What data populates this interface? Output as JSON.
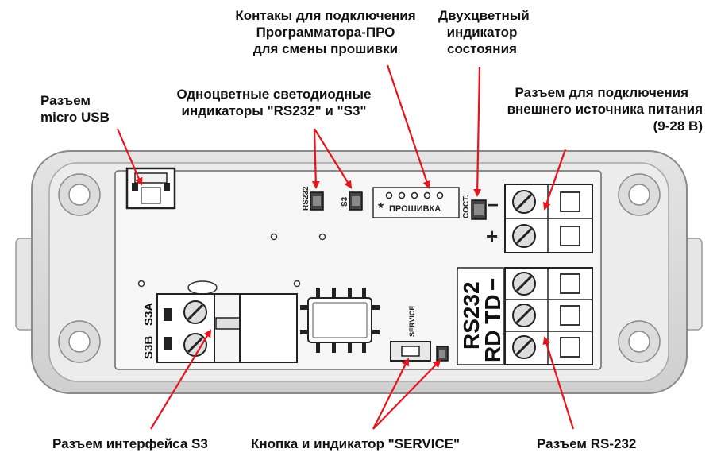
{
  "labels": {
    "usb": [
      "Разъем",
      "micro USB"
    ],
    "leds": [
      "Одноцветные светодиодные",
      "индикаторы \"RS232\" и \"S3\""
    ],
    "prog": [
      "Контакы для подключения",
      "Программатора-ПРО",
      "для смены прошивки"
    ],
    "status": [
      "Двухцветный",
      "индикатор",
      "состояния"
    ],
    "power": [
      "Разъем для подключения",
      "внешнего источника питания",
      "(9-28 В)"
    ],
    "s3": "Разъем интерфейса S3",
    "service": "Кнопка и индикатор \"SERVICE\"",
    "rs232": "Разъем RS-232"
  },
  "board": {
    "rs232_led": "RS232",
    "s3_led": "S3",
    "firmware": "ПРОШИВКА",
    "firmware_star": "*",
    "status_led": "СОСТ.",
    "minus": "−",
    "plus": "+",
    "s3a": "S3A",
    "s3b": "S3B",
    "service": "SERVICE",
    "rs232_big": "RS232",
    "rd_td": "RD TD",
    "dash": "−"
  },
  "colors": {
    "arrow": "#e8141c",
    "housing": "#d9d9d9",
    "board": "#f4f4f4",
    "dark": "#222222"
  }
}
